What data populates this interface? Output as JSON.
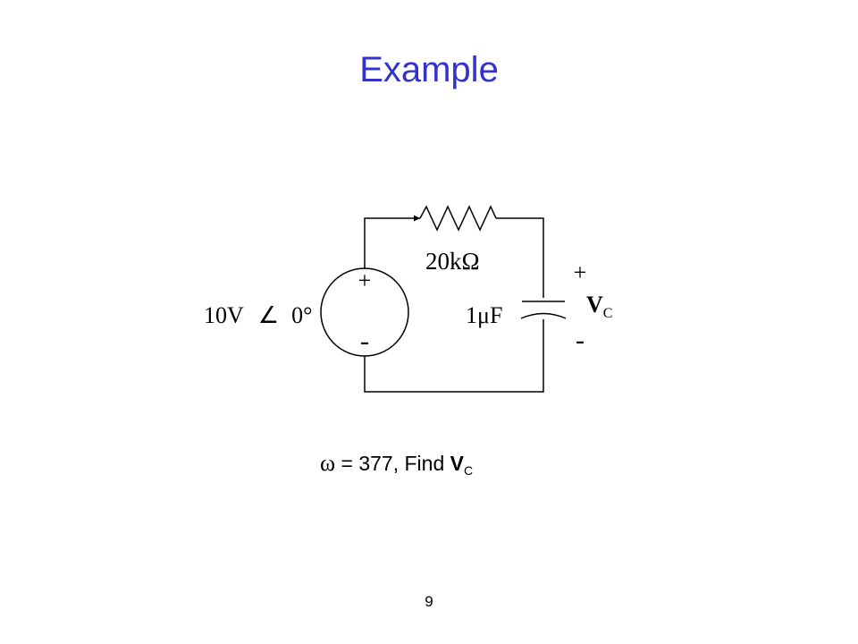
{
  "slide": {
    "title": "Example",
    "page_number": "9"
  },
  "circuit": {
    "source": {
      "magnitude": "10V",
      "angle_symbol": "∠",
      "angle": "0°",
      "plus_label": "+",
      "minus_label": "-"
    },
    "resistor": {
      "label": "20kΩ"
    },
    "capacitor": {
      "label": "1μF"
    },
    "output": {
      "plus_label": "+",
      "minus_label": "-",
      "voltage_symbol": "V",
      "voltage_subscript": "C"
    }
  },
  "problem": {
    "omega_symbol": "ω",
    "statement": " = 377, Find ",
    "target_symbol": "V",
    "target_subscript": "C"
  },
  "colors": {
    "title": "#3333cc",
    "lines": "#000000"
  }
}
